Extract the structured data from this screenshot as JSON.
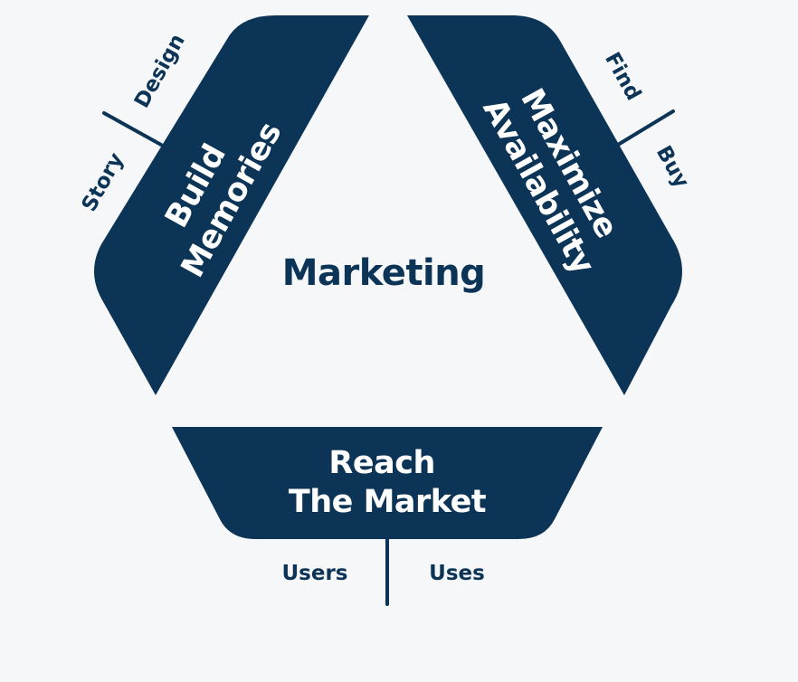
{
  "center": {
    "title": "Marketing"
  },
  "segments": {
    "left": {
      "line1": "Build",
      "line2": "Memories",
      "tag_outer_a": "Design",
      "tag_outer_b": "Story"
    },
    "right": {
      "line1": "Maximize",
      "line2": "Availability",
      "tag_outer_a": "Find",
      "tag_outer_b": "Buy"
    },
    "bottom": {
      "line1": "Reach",
      "line2": "The Market",
      "tag_outer_a": "Users",
      "tag_outer_b": "Uses"
    }
  },
  "colors": {
    "panel": "#0c3456",
    "background": "#f6f7f9",
    "panel_text": "#ffffff"
  }
}
